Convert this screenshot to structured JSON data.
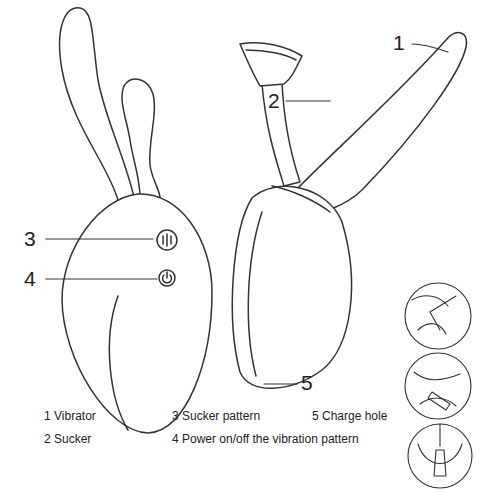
{
  "diagram": {
    "labels": [
      "1",
      "2",
      "3",
      "4",
      "5",
      "1 Vibrator",
      "2 Sucker",
      "3 Sucker pattern",
      "4 Power on/off the vibration pattern",
      "5 Charge hole"
    ]
  }
}
